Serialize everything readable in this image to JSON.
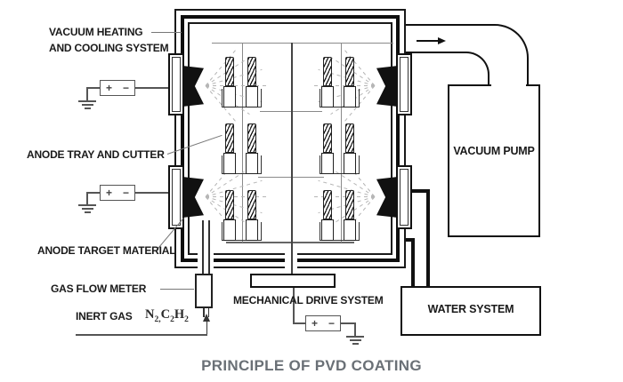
{
  "title": "PRINCIPLE OF PVD COATING",
  "labels": {
    "vacuum_heating_line1": "VACUUM HEATING",
    "vacuum_heating_line2": "AND COOLING SYSTEM",
    "anode_tray_cutter": "ANODE TRAY AND CUTTER",
    "anode_target_material": "ANODE TARGET MATERIAL",
    "gas_flow_meter": "GAS FLOW METER",
    "inert_gas": "INERT GAS",
    "mechanical_drive_system": "MECHANICAL DRIVE SYSTEM",
    "vacuum_pump": "VACUUM PUMP",
    "water_system": "WATER SYSTEM"
  },
  "power_supply": {
    "positive": "+",
    "negative": "−"
  },
  "inert_gas_formula": [
    {
      "base": "N",
      "sub": "2,"
    },
    {
      "base": "C",
      "sub": "2"
    },
    {
      "base": "H",
      "sub": "2"
    }
  ],
  "colors": {
    "line": "#1a1a1a",
    "title": "#6a7076",
    "spray": "#b5b5b5",
    "rail": "#8a8a8a"
  }
}
